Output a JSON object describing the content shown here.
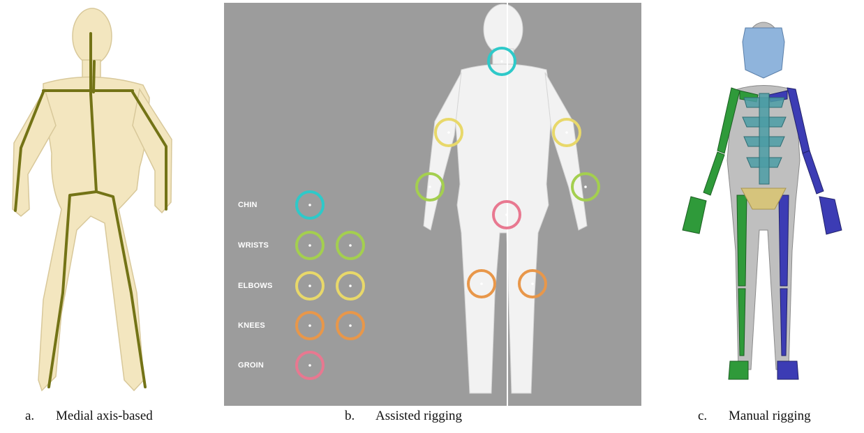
{
  "captions": {
    "a": {
      "letter": "a.",
      "text": "Medial axis-based"
    },
    "b": {
      "letter": "b.",
      "text": "Assisted rigging"
    },
    "c": {
      "letter": "c.",
      "text": "Manual rigging"
    }
  },
  "legend": {
    "items": [
      {
        "label": "CHIN",
        "color": "#2ec9c9",
        "count": 1
      },
      {
        "label": "WRISTS",
        "color": "#a4cf4f",
        "count": 2
      },
      {
        "label": "ELBOWS",
        "color": "#e8d86a",
        "count": 2
      },
      {
        "label": "KNEES",
        "color": "#e8974a",
        "count": 2
      },
      {
        "label": "GROIN",
        "color": "#e87890",
        "count": 1
      }
    ]
  },
  "colors": {
    "panel_b_background": "#9c9c9c",
    "scan_mesh": "#f3e6bf",
    "medial_axis": "#737316",
    "left_bones": "#2f9a3a",
    "right_bones": "#3c3cb4",
    "head_mesh": "#8fb4dc",
    "spine_boxes": "#4b9ca4",
    "pelvis": "#d6c47c"
  }
}
